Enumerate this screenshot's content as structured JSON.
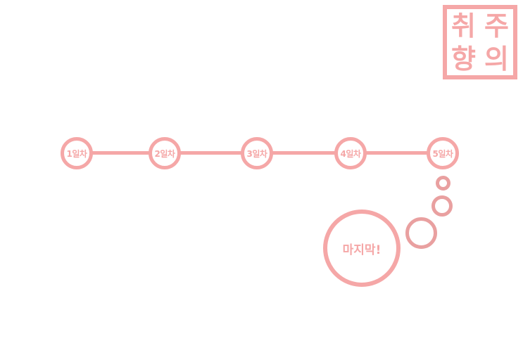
{
  "colors": {
    "accent": "#f5a7a7",
    "bubble": "#e9a0a0",
    "background": "#ffffff"
  },
  "logo": {
    "chars": [
      "취",
      "주",
      "향",
      "의"
    ]
  },
  "timeline": {
    "days": [
      {
        "label": "1일차"
      },
      {
        "label": "2일차"
      },
      {
        "label": "3일차"
      },
      {
        "label": "4일차"
      },
      {
        "label": "5일차"
      }
    ]
  },
  "final": {
    "label": "마지막!"
  }
}
